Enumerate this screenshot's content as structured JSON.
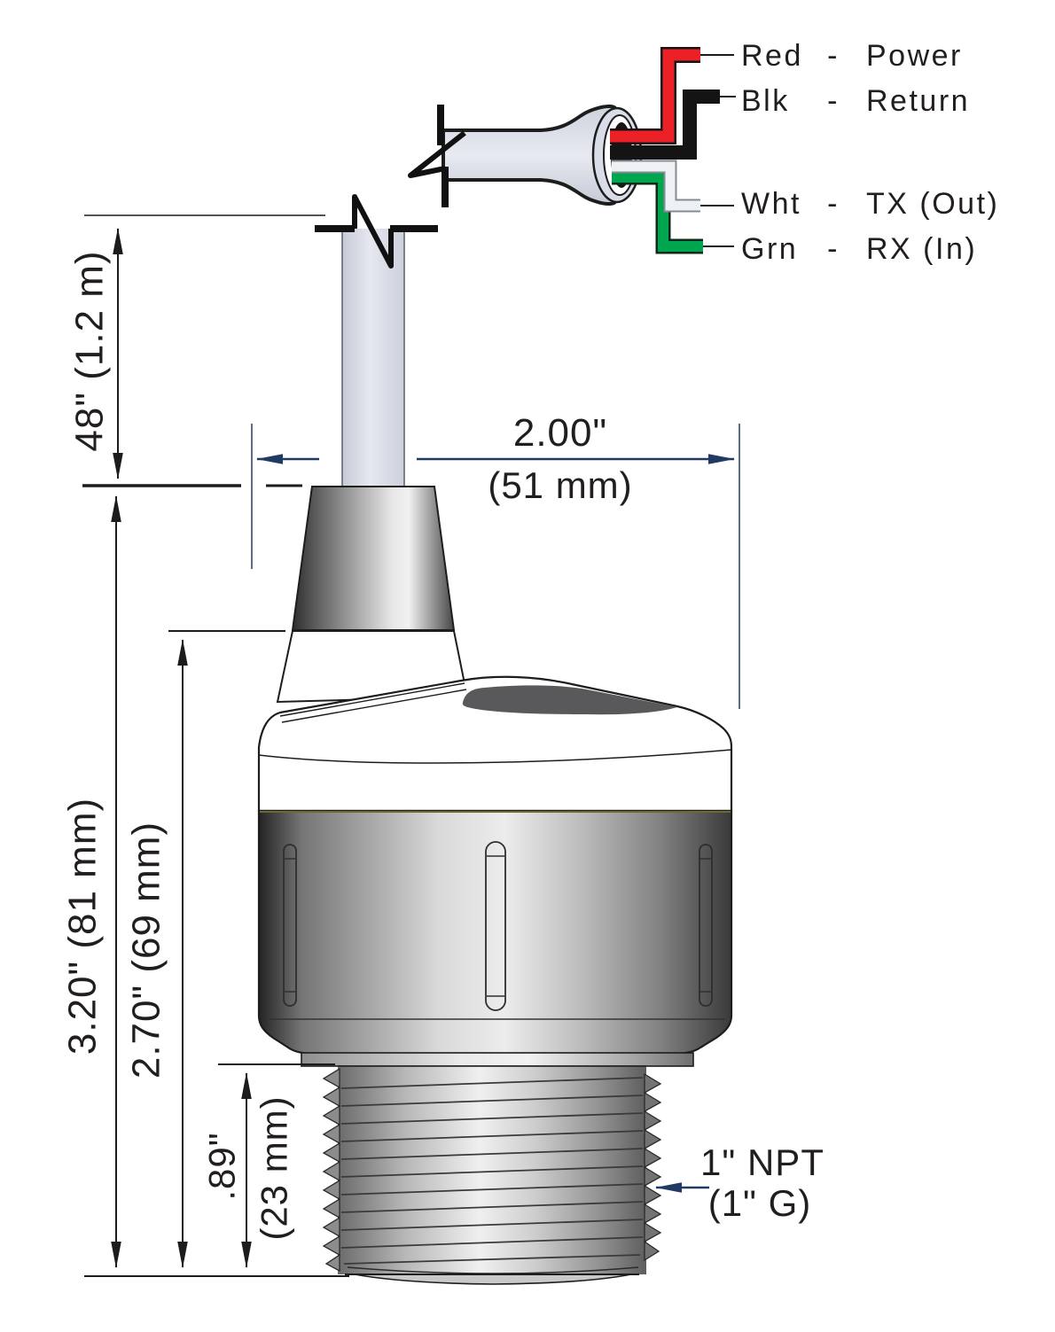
{
  "figure": {
    "type": "technical-dimension-drawing",
    "subject": "ultrasonic level sensor with integral cable",
    "accent_color": "#203a63",
    "legend": {
      "rows": [
        {
          "wire": "Red",
          "dash": "-",
          "signal": "Power",
          "color": "#ec2027"
        },
        {
          "wire": "Blk",
          "dash": "-",
          "signal": "Return",
          "color": "#141414"
        },
        {
          "wire": "Wht",
          "dash": "-",
          "signal": "TX (Out)",
          "color": "#eef1f4"
        },
        {
          "wire": "Grn",
          "dash": "-",
          "signal": "RX (In)",
          "color": "#00a64f"
        }
      ]
    },
    "dimensions": {
      "cable": "48\" (1.2 m)",
      "width": "2.00\"",
      "width_metric": "(51 mm)",
      "overall_height": "3.20\" (81 mm)",
      "body_height": "2.70\" (69 mm)",
      "thread_length": ".89\"",
      "thread_length_metric": "(23 mm)",
      "thread": "1\" NPT",
      "thread_alt": "(1\" G)"
    }
  }
}
